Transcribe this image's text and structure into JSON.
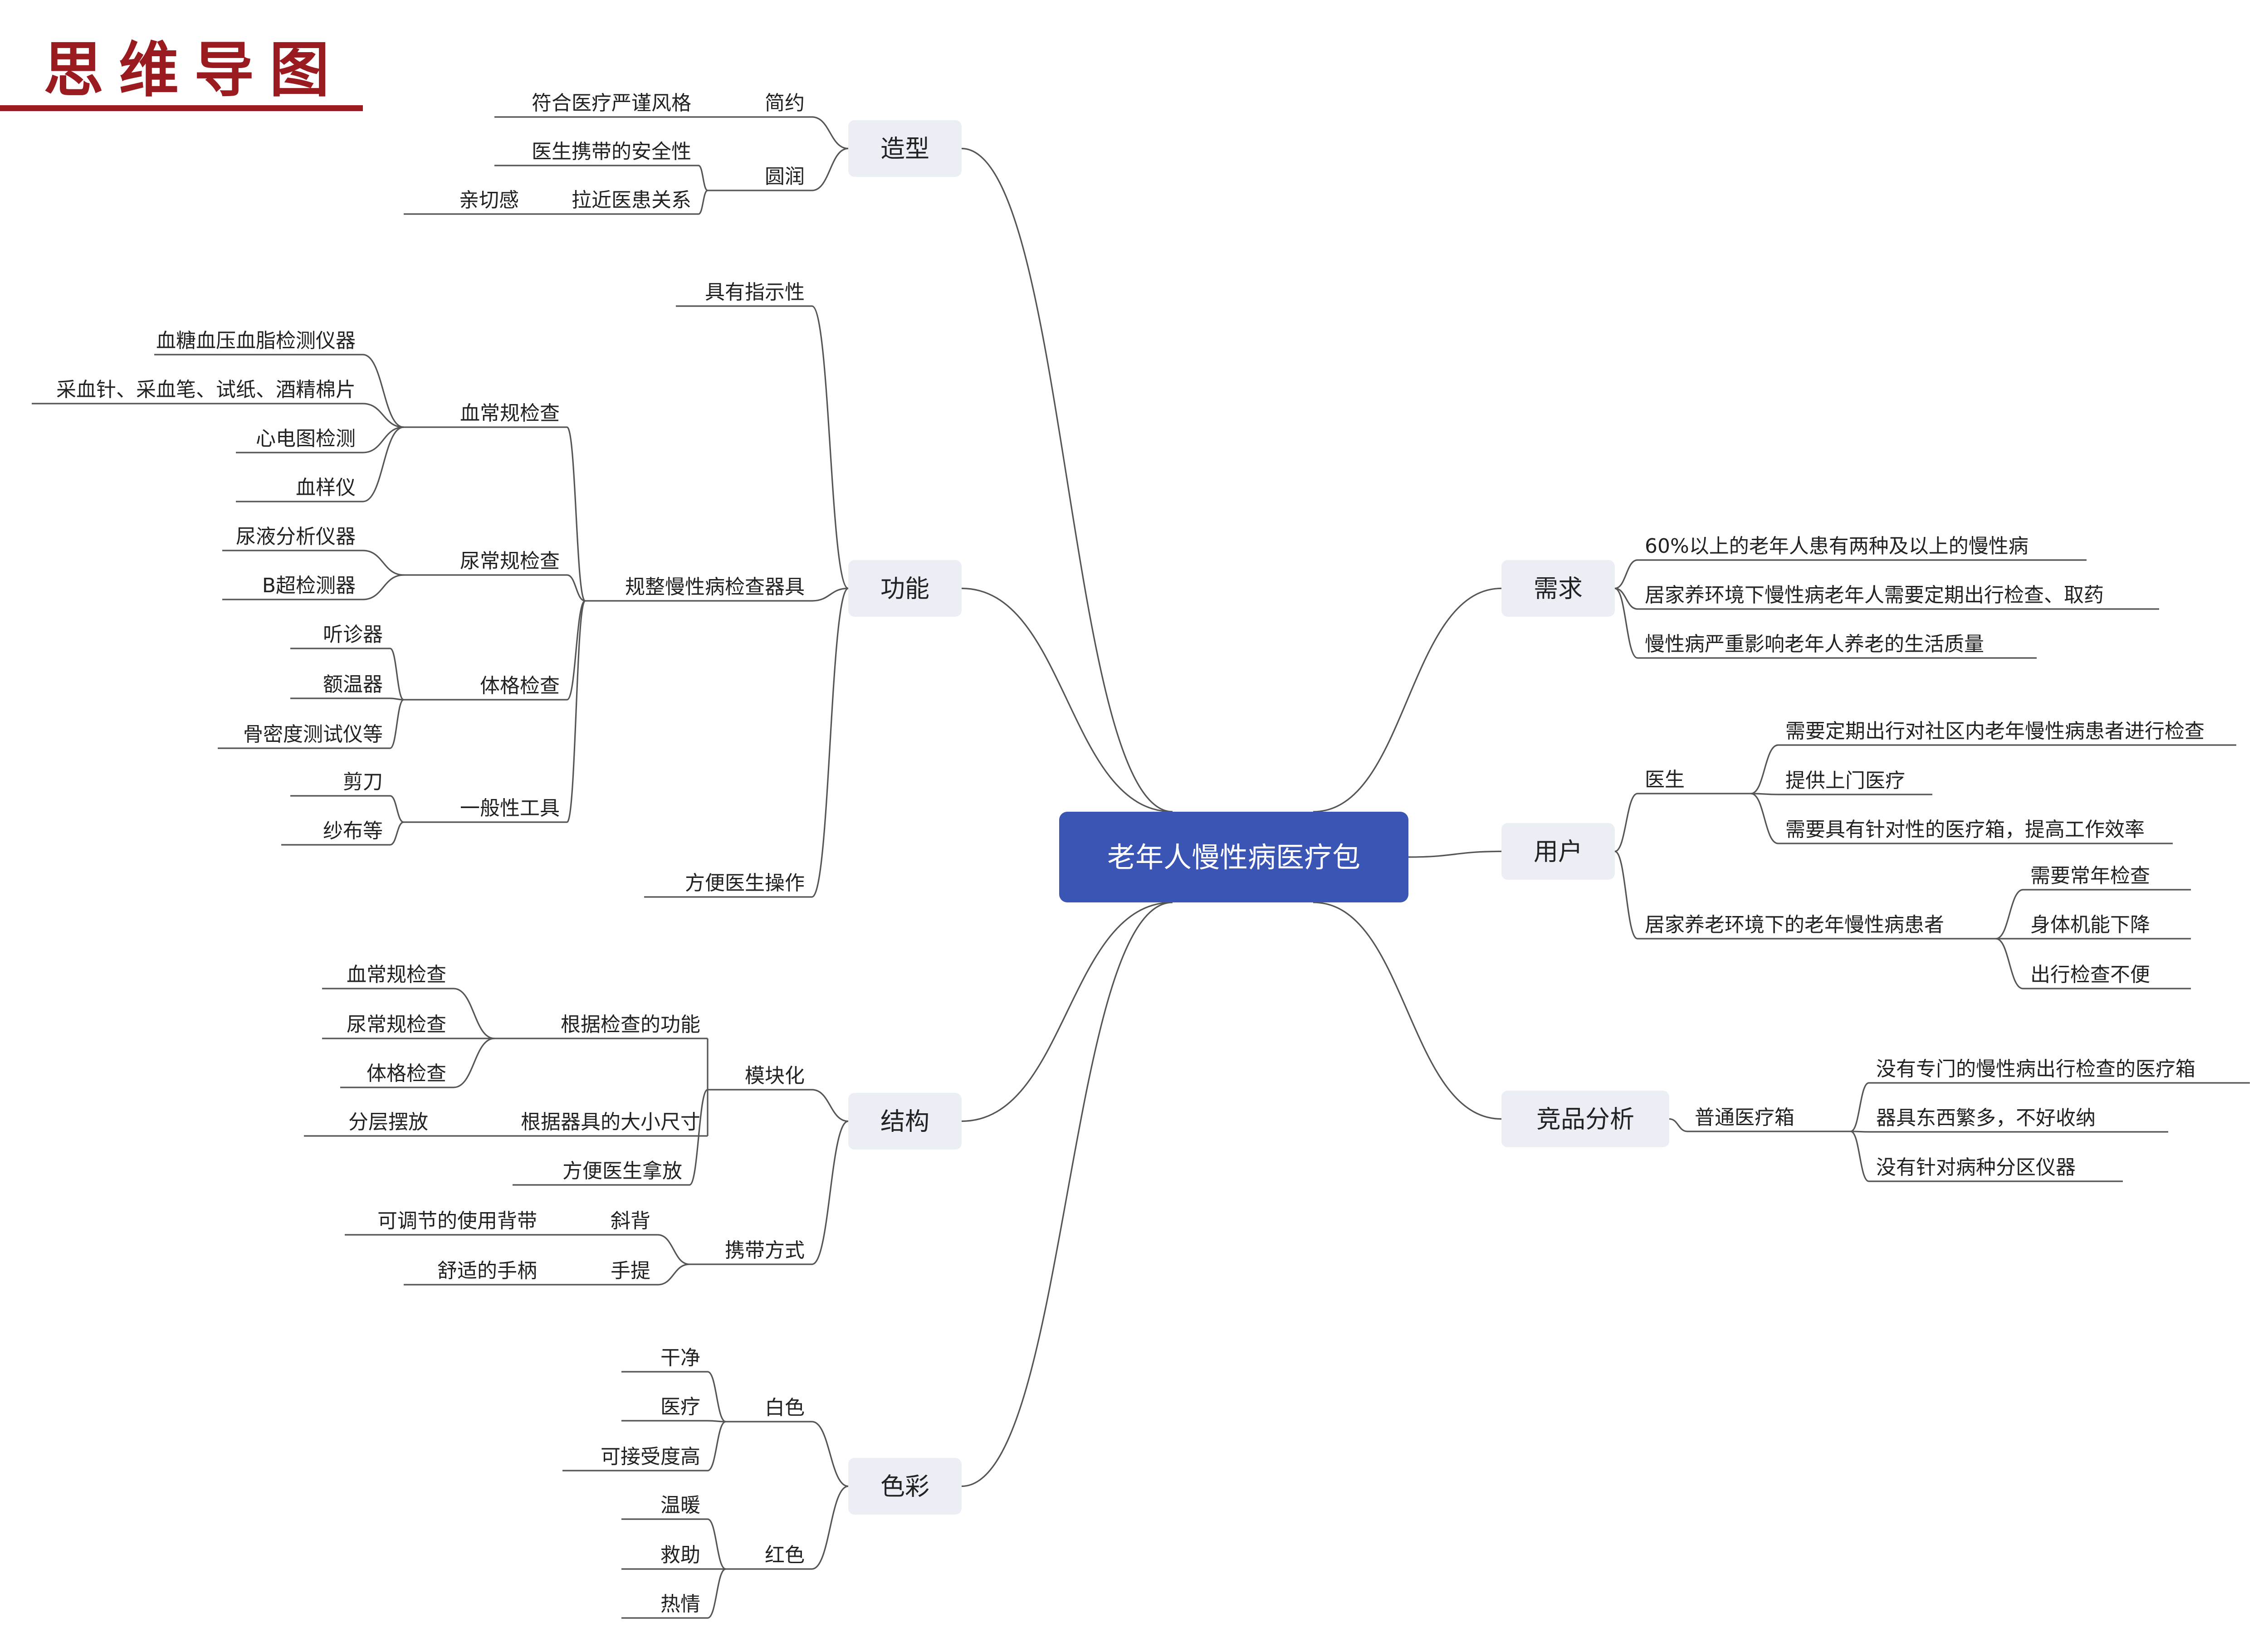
{
  "heading": "思维导图",
  "colors": {
    "accent": "#3b55b5",
    "heading": "#9a1b1f",
    "box": "#eceef5",
    "line": "#555555"
  },
  "diagram": {
    "root": "老年人慢性病医疗包",
    "branches": [
      {
        "label": "造型",
        "children": [
          {
            "label": "简约",
            "children": [
              {
                "label": "符合医疗严谨风格"
              }
            ]
          },
          {
            "label": "圆润",
            "children": [
              {
                "label": "医生携带的安全性"
              },
              {
                "label": "拉近医患关系",
                "children": [
                  {
                    "label": "亲切感"
                  }
                ]
              }
            ]
          }
        ]
      },
      {
        "label": "功能",
        "children": [
          {
            "label": "具有指示性"
          },
          {
            "label": "规整慢性病检查器具",
            "children": [
              {
                "label": "血常规检查",
                "children": [
                  {
                    "label": "血糖血压血脂检测仪器"
                  },
                  {
                    "label": "采血针、采血笔、试纸、酒精棉片"
                  },
                  {
                    "label": "心电图检测"
                  },
                  {
                    "label": "血样仪"
                  }
                ]
              },
              {
                "label": "尿常规检查",
                "children": [
                  {
                    "label": "尿液分析仪器"
                  },
                  {
                    "label": "B超检测器"
                  }
                ]
              },
              {
                "label": "体格检查",
                "children": [
                  {
                    "label": "听诊器"
                  },
                  {
                    "label": "额温器"
                  },
                  {
                    "label": "骨密度测试仪等"
                  }
                ]
              },
              {
                "label": "一般性工具",
                "children": [
                  {
                    "label": "剪刀"
                  },
                  {
                    "label": "纱布等"
                  }
                ]
              }
            ]
          },
          {
            "label": "方便医生操作"
          }
        ]
      },
      {
        "label": "结构",
        "children": [
          {
            "label": "模块化",
            "children": [
              {
                "label": "根据检查的功能",
                "children": [
                  {
                    "label": "血常规检查"
                  },
                  {
                    "label": "尿常规检查"
                  },
                  {
                    "label": "体格检查"
                  }
                ]
              },
              {
                "label": "根据器具的大小尺寸",
                "children": [
                  {
                    "label": "分层摆放"
                  }
                ]
              },
              {
                "label": "方便医生拿放"
              }
            ]
          },
          {
            "label": "携带方式",
            "children": [
              {
                "label": "斜背",
                "children": [
                  {
                    "label": "可调节的使用背带"
                  }
                ]
              },
              {
                "label": "手提",
                "children": [
                  {
                    "label": "舒适的手柄"
                  }
                ]
              }
            ]
          }
        ]
      },
      {
        "label": "色彩",
        "children": [
          {
            "label": "白色",
            "children": [
              {
                "label": "干净"
              },
              {
                "label": "医疗"
              },
              {
                "label": "可接受度高"
              }
            ]
          },
          {
            "label": "红色",
            "children": [
              {
                "label": "温暖"
              },
              {
                "label": "救助"
              },
              {
                "label": "热情"
              }
            ]
          }
        ]
      },
      {
        "label": "需求",
        "children": [
          {
            "label": "60%以上的老年人患有两种及以上的慢性病"
          },
          {
            "label": "居家养环境下慢性病老年人需要定期出行检查、取药"
          },
          {
            "label": "慢性病严重影响老年人养老的生活质量"
          }
        ]
      },
      {
        "label": "用户",
        "children": [
          {
            "label": "医生",
            "children": [
              {
                "label": "需要定期出行对社区内老年慢性病患者进行检查"
              },
              {
                "label": "提供上门医疗"
              },
              {
                "label": "需要具有针对性的医疗箱，提高工作效率"
              }
            ]
          },
          {
            "label": "居家养老环境下的老年慢性病患者",
            "children": [
              {
                "label": "需要常年检查"
              },
              {
                "label": "身体机能下降"
              },
              {
                "label": "出行检查不便"
              }
            ]
          }
        ]
      },
      {
        "label": "竞品分析",
        "children": [
          {
            "label": "普通医疗箱",
            "children": [
              {
                "label": "没有专门的慢性病出行检查的医疗箱"
              },
              {
                "label": "器具东西繁多，不好收纳"
              },
              {
                "label": "没有针对病种分区仪器"
              }
            ]
          }
        ]
      }
    ]
  }
}
